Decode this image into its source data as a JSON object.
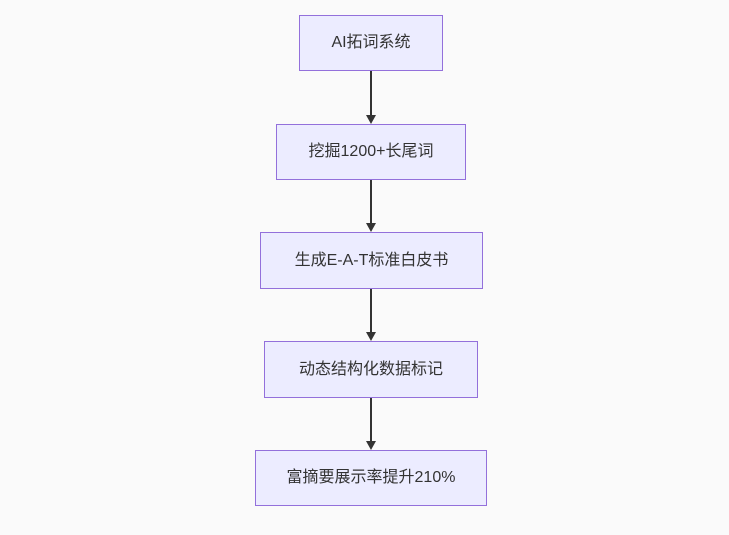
{
  "flowchart": {
    "direction": "top-down",
    "nodes": [
      {
        "label": "AI拓词系统"
      },
      {
        "label": "挖掘1200+长尾词"
      },
      {
        "label": "生成E-A-T标准白皮书"
      },
      {
        "label": "动态结构化数据标记"
      },
      {
        "label": "富摘要展示率提升210%"
      }
    ],
    "edges": [
      {
        "from": 0,
        "to": 1
      },
      {
        "from": 1,
        "to": 2
      },
      {
        "from": 2,
        "to": 3
      },
      {
        "from": 3,
        "to": 4
      }
    ]
  },
  "colors": {
    "background": "#fafafa",
    "node_fill": "#ececff",
    "node_border": "#9370db",
    "node_text": "#333333",
    "edge": "#333333"
  }
}
